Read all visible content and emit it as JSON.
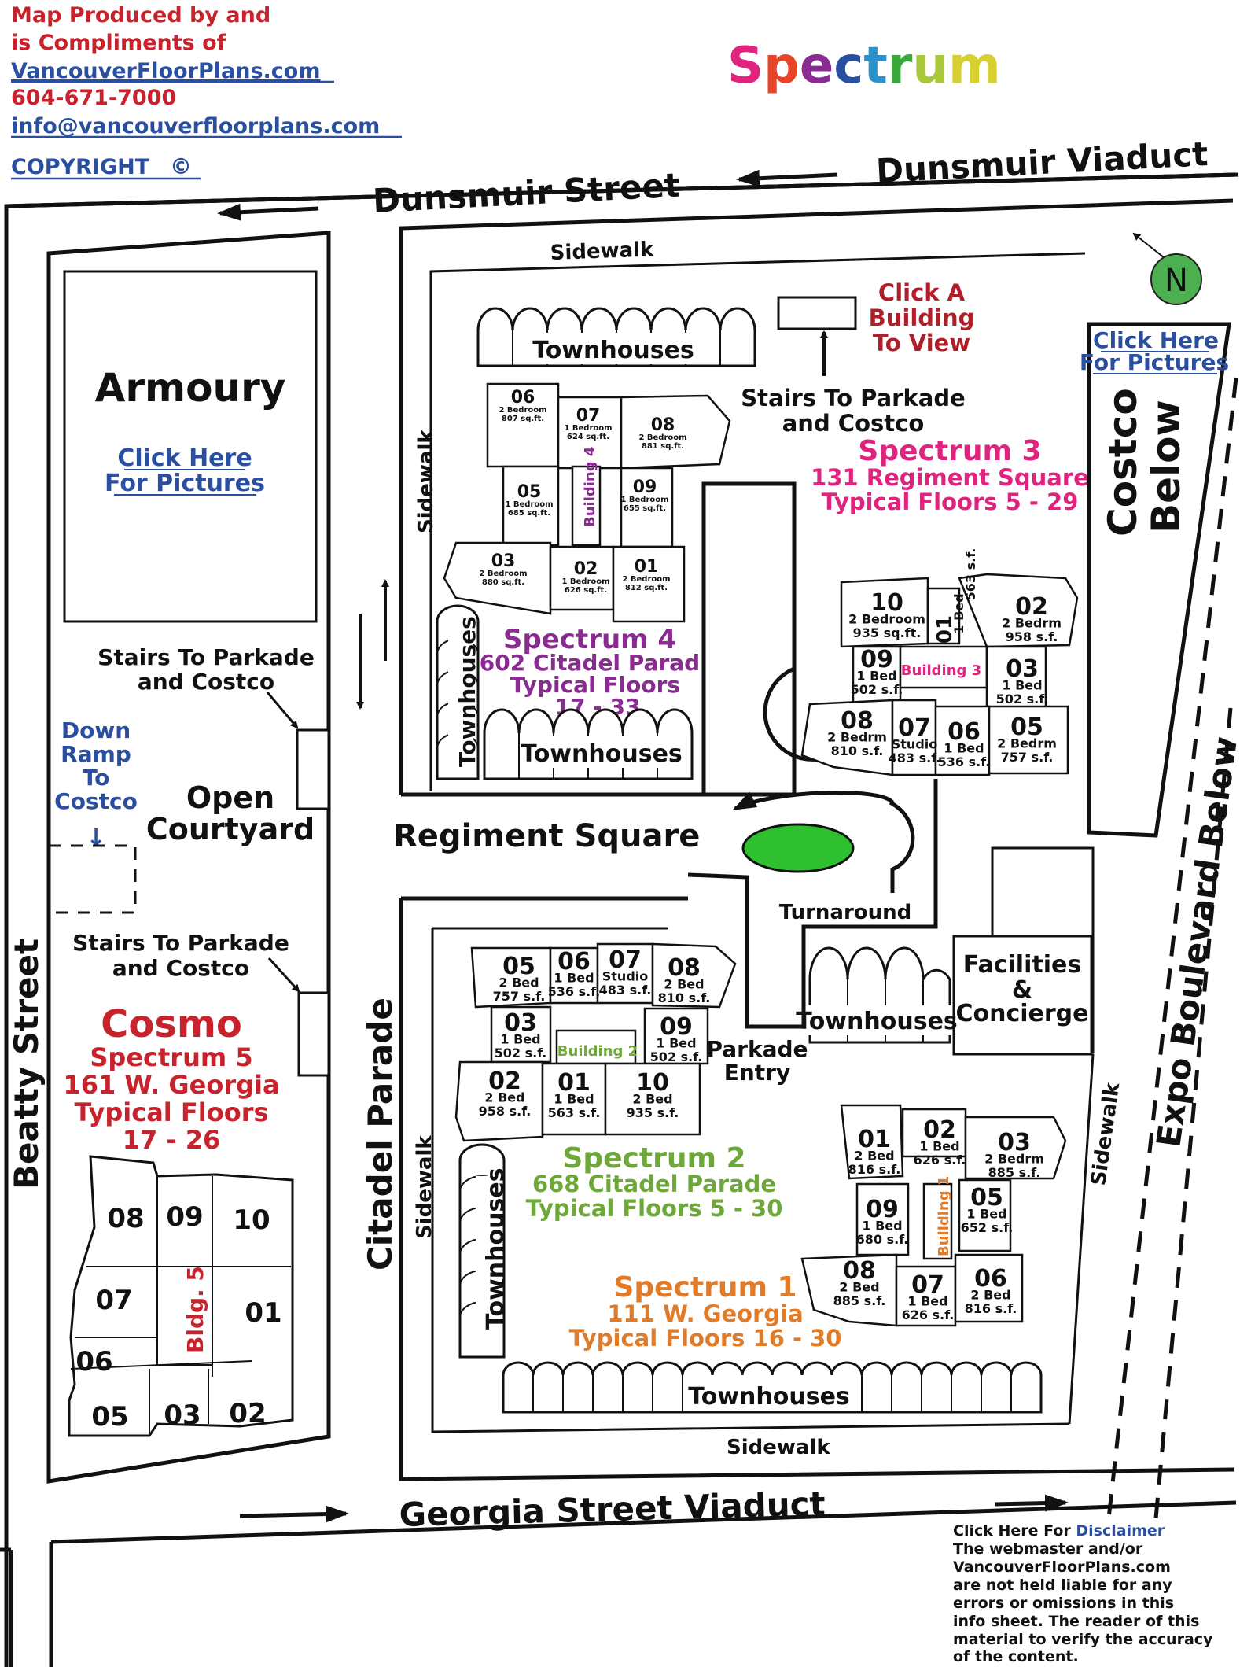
{
  "header": {
    "line1": "Map Produced by and",
    "line2": "is Compliments of",
    "site": "VancouverFloorPlans.com",
    "phone": "604-671-7000",
    "email": "info@vancouverfloorplans.com",
    "copyright": "COPYRIGHT",
    "copyright_symbol": "©",
    "title_letters": [
      "S",
      "p",
      "e",
      "c",
      "t",
      "r",
      "u",
      "m"
    ],
    "title_colors": [
      "#e0237e",
      "#e8442a",
      "#8a2b91",
      "#2a4fa0",
      "#2a92c9",
      "#3aa83a",
      "#a9c93a",
      "#d8d030"
    ]
  },
  "north": {
    "label": "N"
  },
  "streets": {
    "dunsmuir_street": "Dunsmuir Street",
    "dunsmuir_viaduct": "Dunsmuir Viaduct",
    "beatty": "Beatty Street",
    "citadel": "Citadel Parade",
    "regiment": "Regiment Square",
    "georgia_viaduct": "Georgia Street Viaduct",
    "expo": "Expo Boulevard Below",
    "sidewalk": "Sidewalk"
  },
  "labels": {
    "armoury": "Armoury",
    "click_here": "Click Here",
    "for_pictures": "For Pictures",
    "stairs_1": "Stairs To Parkade",
    "stairs_2": "and Costco",
    "down_ramp": [
      "Down",
      "Ramp",
      "To",
      "Costco"
    ],
    "down_arrow": "↓",
    "open": "Open",
    "courtyard": "Courtyard",
    "click_a": [
      "Click A",
      "Building",
      "To View"
    ],
    "costco": "Costco",
    "below": "Below",
    "townhouses": "Townhouses",
    "turnaround": "Turnaround",
    "parkade": "Parkade",
    "entry": "Entry",
    "facilities": "Facilities",
    "amp": "&",
    "concierge": "Concierge"
  },
  "buildings": {
    "s3": {
      "name": "Spectrum 3",
      "addr": "131 Regiment Square",
      "floors": "Typical Floors 5 - 29",
      "bldg": "Building 3",
      "color": "#e0237e"
    },
    "s4": {
      "name": "Spectrum 4",
      "addr": "602 Citadel Parad",
      "floors": "Typical Floors",
      "floors2": "17 - 33",
      "bldg": "Building 4",
      "color": "#8a2b91"
    },
    "s5": {
      "name": "Cosmo",
      "sub": "Spectrum 5",
      "addr": "161 W. Georgia",
      "floors": "Typical Floors",
      "floors2": "17 - 26",
      "bldg": "Bldg. 5",
      "color": "#c8232c"
    },
    "s2": {
      "name": "Spectrum 2",
      "addr": "668 Citadel Parade",
      "floors": "Typical Floors 5 - 30",
      "bldg": "Building 2",
      "color": "#6ea83a"
    },
    "s1": {
      "name": "Spectrum 1",
      "addr": "111 W. Georgia",
      "floors": "Typical Floors 16 - 30",
      "bldg": "Building 1",
      "color": "#e07b2a"
    }
  },
  "units": {
    "b4": [
      [
        "06",
        "2 Bedroom",
        "807 sq.ft."
      ],
      [
        "07",
        "1 Bedroom",
        "624 sq.ft."
      ],
      [
        "08",
        "2 Bedroom",
        "881 sq.ft."
      ],
      [
        "05",
        "1 Bedroom",
        "685 sq.ft."
      ],
      [
        "09",
        "1 Bedroom",
        "655 sq.ft."
      ],
      [
        "03",
        "2 Bedroom",
        "880 sq.ft."
      ],
      [
        "02",
        "1 Bedroom",
        "626 sq.ft."
      ],
      [
        "01",
        "2 Bedroom",
        "812 sq.ft."
      ]
    ],
    "b3": [
      [
        "10",
        "2 Bedroom",
        "935 sq.ft."
      ],
      [
        "01",
        "1 Bed",
        "563 s.f."
      ],
      [
        "02",
        "2 Bedrm",
        "958 s.f."
      ],
      [
        "09",
        "1 Bed",
        "502 s.f."
      ],
      [
        "03",
        "1 Bed",
        "502 s.f."
      ],
      [
        "08",
        "2 Bedrm",
        "810 s.f."
      ],
      [
        "07",
        "Studio",
        "483 s.f."
      ],
      [
        "06",
        "1 Bed",
        "536 s.f."
      ],
      [
        "05",
        "2 Bedrm",
        "757 s.f."
      ]
    ],
    "b2": [
      [
        "05",
        "2 Bed",
        "757 s.f."
      ],
      [
        "06",
        "1 Bed",
        "536 s.f."
      ],
      [
        "07",
        "Studio",
        "483 s.f."
      ],
      [
        "08",
        "2 Bed",
        "810 s.f."
      ],
      [
        "03",
        "1 Bed",
        "502 s.f."
      ],
      [
        "09",
        "1 Bed",
        "502 s.f."
      ],
      [
        "02",
        "2 Bed",
        "958 s.f."
      ],
      [
        "01",
        "1 Bed",
        "563 s.f."
      ],
      [
        "10",
        "2 Bed",
        "935 s.f."
      ]
    ],
    "b1": [
      [
        "01",
        "2 Bed",
        "816 s.f."
      ],
      [
        "02",
        "1 Bed",
        "626 s.f."
      ],
      [
        "03",
        "2 Bedrm",
        "885 s.f."
      ],
      [
        "09",
        "1 Bed",
        "680 s.f."
      ],
      [
        "05",
        "1 Bed",
        "652 s.f."
      ],
      [
        "08",
        "2 Bed",
        "885 s.f."
      ],
      [
        "07",
        "1 Bed",
        "626 s.f."
      ],
      [
        "06",
        "2 Bed",
        "816 s.f."
      ]
    ],
    "b5": [
      "08",
      "09",
      "10",
      "07",
      "01",
      "06",
      "05",
      "03",
      "02"
    ]
  },
  "disclaimer": {
    "click": "Click Here For ",
    "link": "Disclaimer",
    "lines": [
      "The webmaster and/or",
      "VancouverFloorPlans.com",
      "are not held liable for any",
      "errors or omissions in this",
      "info sheet. The reader of this",
      "material to verify the accuracy",
      "of the content."
    ]
  }
}
